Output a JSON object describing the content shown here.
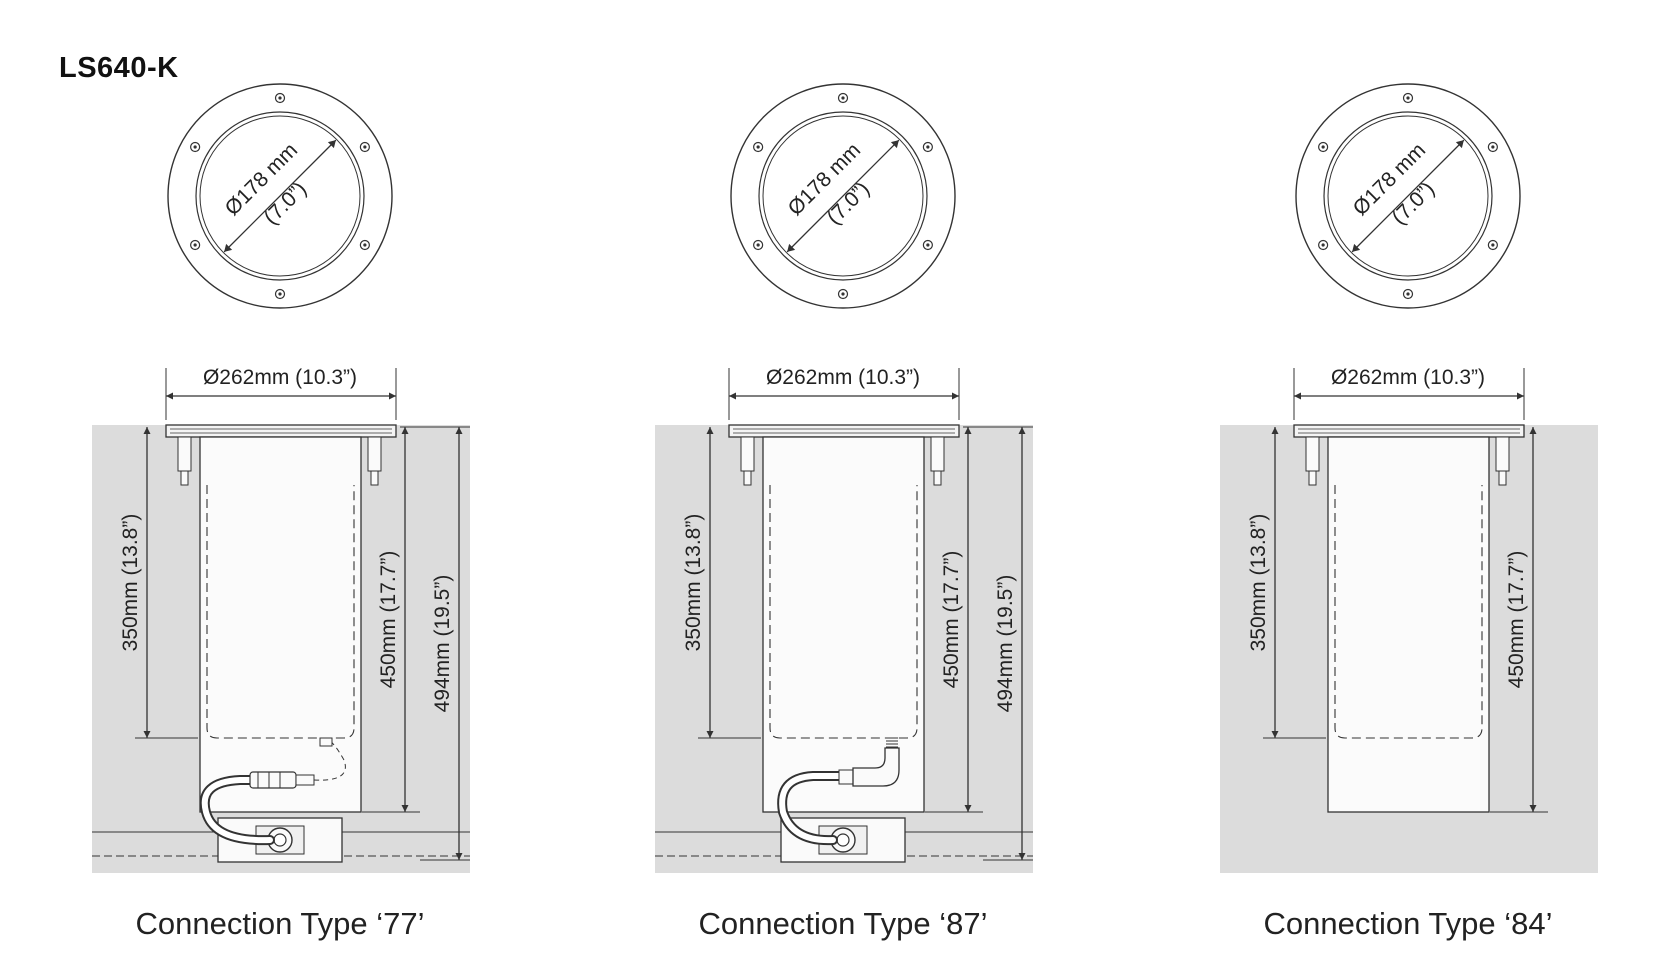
{
  "title": "LS640-K",
  "colors": {
    "ground": "#dcdcdc",
    "line": "#333333",
    "text": "#222222"
  },
  "panels": [
    {
      "connection": "Connection Type ‘77’",
      "cable": "77",
      "top_diameter": "Ø178 mm",
      "top_diameter_in": "(7.0”)",
      "width_label": "Ø262mm (10.3”)",
      "depth_label": "350mm (13.8”)",
      "body_label": "450mm (17.7”)",
      "total_label": "494mm (19.5”)"
    },
    {
      "connection": "Connection Type ‘87’",
      "cable": "87",
      "top_diameter": "Ø178 mm",
      "top_diameter_in": "(7.0”)",
      "width_label": "Ø262mm (10.3”)",
      "depth_label": "350mm (13.8”)",
      "body_label": "450mm (17.7”)",
      "total_label": "494mm (19.5”)"
    },
    {
      "connection": "Connection Type ‘84’",
      "cable": "84",
      "top_diameter": "Ø178 mm",
      "top_diameter_in": "(7.0”)",
      "width_label": "Ø262mm (10.3”)",
      "depth_label": "350mm (13.8”)",
      "body_label": "450mm (17.7”)",
      "total_label": ""
    }
  ]
}
